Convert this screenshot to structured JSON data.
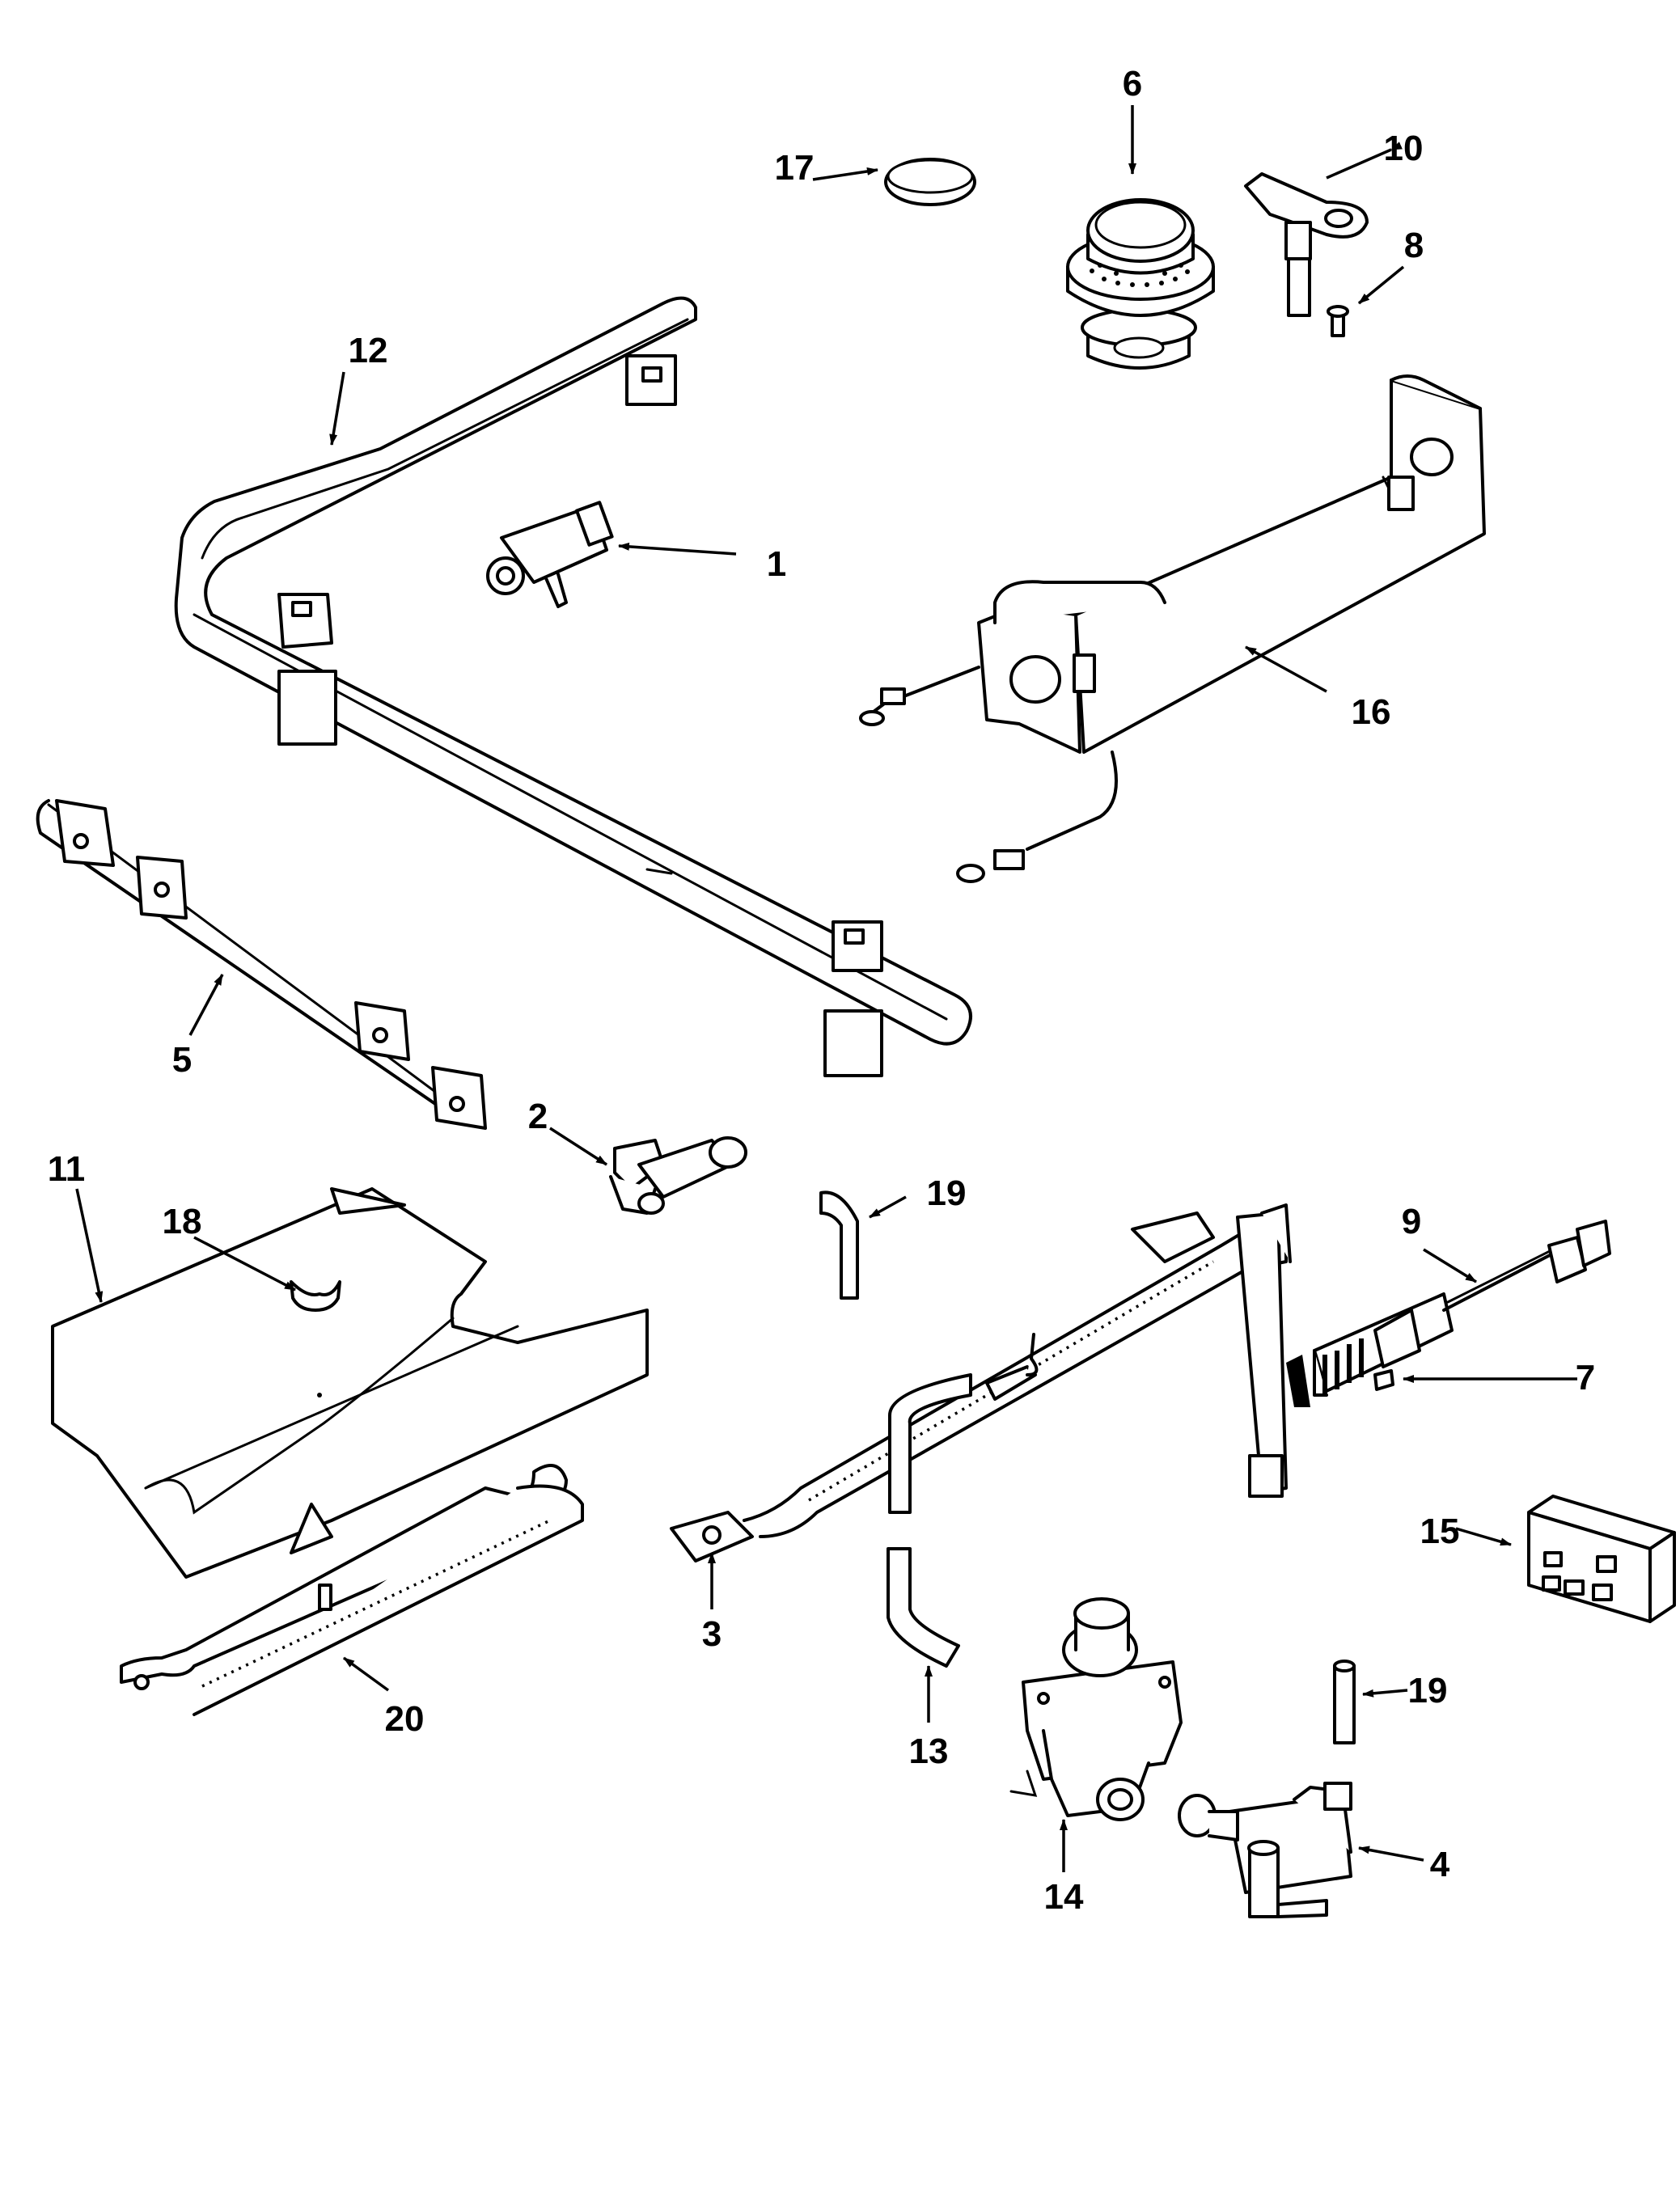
{
  "callouts": [
    {
      "id": "c1",
      "text": "1"
    },
    {
      "id": "c2",
      "text": "2"
    },
    {
      "id": "c3",
      "text": "3"
    },
    {
      "id": "c4",
      "text": "4"
    },
    {
      "id": "c5",
      "text": "5"
    },
    {
      "id": "c6",
      "text": "6"
    },
    {
      "id": "c7",
      "text": "7"
    },
    {
      "id": "c8",
      "text": "8"
    },
    {
      "id": "c9",
      "text": "9"
    },
    {
      "id": "c10",
      "text": "10"
    },
    {
      "id": "c11",
      "text": "11"
    },
    {
      "id": "c12",
      "text": "12"
    },
    {
      "id": "c13",
      "text": "13"
    },
    {
      "id": "c14",
      "text": "14"
    },
    {
      "id": "c15",
      "text": "15"
    },
    {
      "id": "c16",
      "text": "16"
    },
    {
      "id": "c17",
      "text": "17"
    },
    {
      "id": "c18",
      "text": "18"
    },
    {
      "id": "c19a",
      "text": "19"
    },
    {
      "id": "c19b",
      "text": "19"
    },
    {
      "id": "c20",
      "text": "20"
    }
  ]
}
